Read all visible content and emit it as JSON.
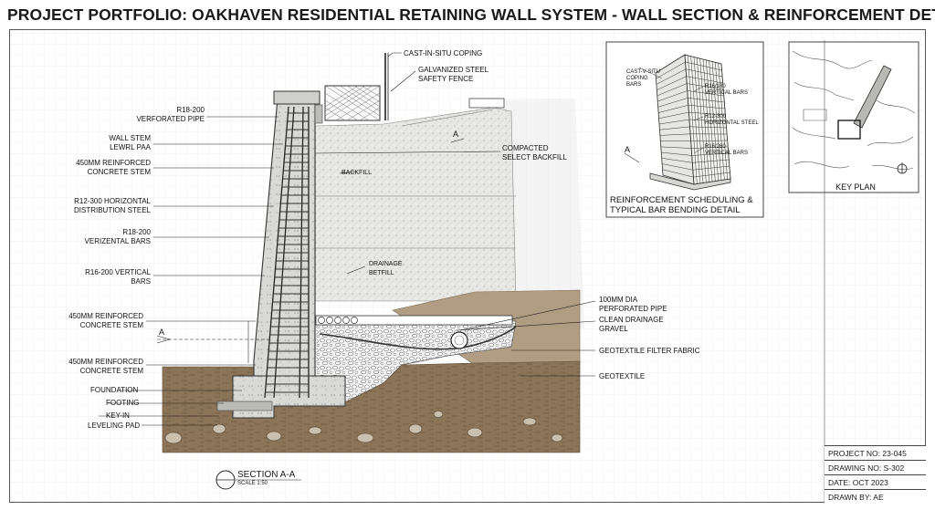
{
  "title": "PROJECT PORTFOLIO: OAKHAVEN RESIDENTIAL RETAINING WALL SYSTEM - WALL SECTION & REINFORCEMENT DETAIL",
  "left_labels": [
    {
      "id": "verforated-pipe",
      "text": "R18-200\nVERFORATED PIPE"
    },
    {
      "id": "wall-stem",
      "text": "WALL STEM\nLEWRL PAA"
    },
    {
      "id": "concrete-stem-1",
      "text": "450mm REINFORCED\nCONCRETE STEM"
    },
    {
      "id": "horizontal-steel",
      "text": "R12-300 HORIZONTAL\nDISTRIBUTION STEEL"
    },
    {
      "id": "verizontal-bars",
      "text": "R18-200\nVERIZENTAL BARS"
    },
    {
      "id": "vertical-bars",
      "text": "R16-200 VERTICAL\nBARS"
    },
    {
      "id": "concrete-stem-2",
      "text": "450mm REINFORCED\nCONCRETE STEM"
    },
    {
      "id": "concrete-stem-3",
      "text": "450mm REINFORCED\nCONCRETE STEM"
    },
    {
      "id": "foundation",
      "text": "FOUNDATION"
    },
    {
      "id": "footing",
      "text": "FOOTING"
    },
    {
      "id": "key-in",
      "text": "KEY-IN"
    },
    {
      "id": "leveling-pad",
      "text": "LEVELING PAD"
    }
  ],
  "right_labels": [
    {
      "id": "coping",
      "text": "CAST-IN-SITU COPING"
    },
    {
      "id": "fence",
      "text": "GALVANIZED STEEL\nSAFETY FENCE"
    },
    {
      "id": "backfill",
      "text": "COMPACTED\nSELECT BACKFILL"
    },
    {
      "id": "perforated-pipe",
      "text": "100mm DIA\nPERFORATED PIPE"
    },
    {
      "id": "drainage-gravel",
      "text": "CLEAN DRAINAGE\nGRAVEL"
    },
    {
      "id": "filter-fabric",
      "text": "GEOTEXTILE FILTER FABRIC"
    },
    {
      "id": "geotextile",
      "text": "GEOTEXTILE"
    }
  ],
  "inner_labels": [
    {
      "id": "backfill-inner",
      "text": "BACKFILL"
    },
    {
      "id": "drainage-betfill",
      "text": "DRAINAGE\nBETFILL"
    }
  ],
  "section_markers": [
    "A",
    "A"
  ],
  "detail": {
    "caption": "REINFORCEMENT SCHEDULING &\nTYPICAL BAR BENDING DETAIL",
    "labels": [
      {
        "id": "coping-bars",
        "text": "CAST-V-SITU\nCOPING BARS"
      },
      {
        "id": "vertical-bars",
        "text": "R16/180\nVERTICAL BARS"
      },
      {
        "id": "horizontal-steel",
        "text": "R12-300\nHORIZONTAL STEEL"
      },
      {
        "id": "vertical-bars-2",
        "text": "R16/260\nVERTICAL BARS"
      }
    ],
    "marker": "A"
  },
  "key_plan": {
    "caption": "KEY PLAN"
  },
  "section": {
    "title": "SECTION A-A",
    "scale": "SCALE 1:50"
  },
  "title_block": [
    {
      "id": "project-no",
      "text": "PROJECT NO: 23-045"
    },
    {
      "id": "drawing-no",
      "text": "DRAWING NO: S-302"
    },
    {
      "id": "date",
      "text": "DATE: OCT 2023"
    },
    {
      "id": "drawn-by",
      "text": "DRAWN BY: AE"
    }
  ]
}
